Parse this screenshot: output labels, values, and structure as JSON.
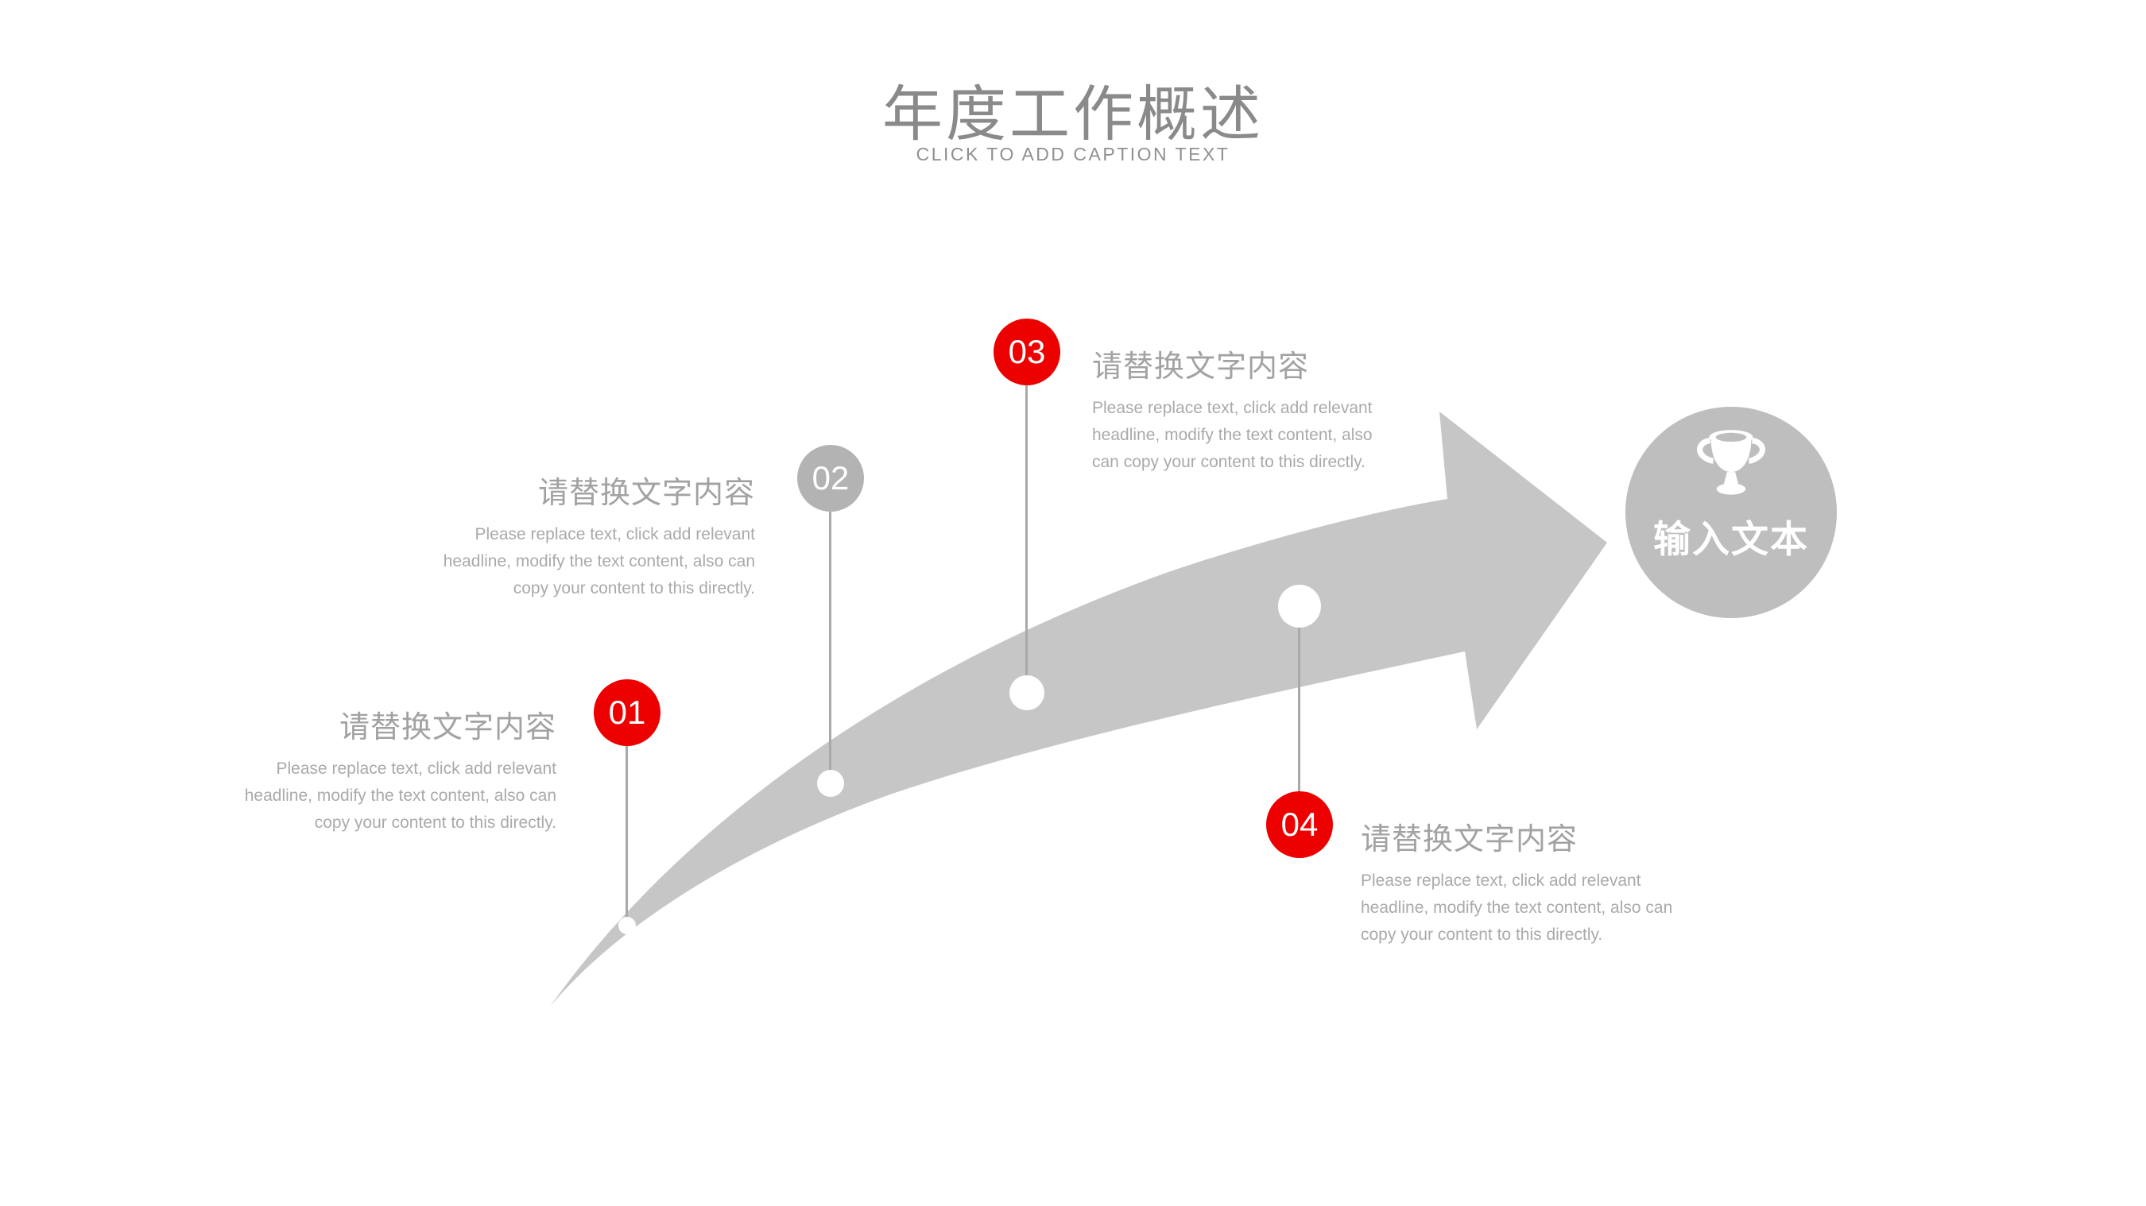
{
  "slide": {
    "title": "年度工作概述",
    "subtitle": "CLICK TO ADD CAPTION TEXT"
  },
  "steps": [
    {
      "number": "01",
      "heading": "请替换文字内容",
      "body_lines": [
        "Please replace text, click add relevant",
        "headline, modify the text content, also can",
        "copy your content to this directly."
      ],
      "badge_color": "#ec0000"
    },
    {
      "number": "02",
      "heading": "请替换文字内容",
      "body_lines": [
        "Please replace text, click add relevant",
        "headline, modify the text content, also can",
        "copy your content to this directly."
      ],
      "badge_color": "#b3b3b3"
    },
    {
      "number": "03",
      "heading": "请替换文字内容",
      "body_lines": [
        "Please replace text, click add relevant",
        "headline, modify the text content, also",
        "can copy your content to this directly."
      ],
      "badge_color": "#ec0000"
    },
    {
      "number": "04",
      "heading": "请替换文字内容",
      "body_lines": [
        "Please replace text, click add relevant",
        "headline, modify the text content, also can",
        "copy your content to this directly."
      ],
      "badge_color": "#ec0000"
    }
  ],
  "goal": {
    "label": "输入文本",
    "icon": "trophy-icon"
  },
  "colors": {
    "accent_red": "#ec0000",
    "badge_gray": "#b3b3b3",
    "arrow_gray": "#c6c6c6",
    "goal_circle_gray": "#bebebe",
    "connector_gray": "#a9a9a9",
    "title_gray": "#8a8a8a"
  }
}
